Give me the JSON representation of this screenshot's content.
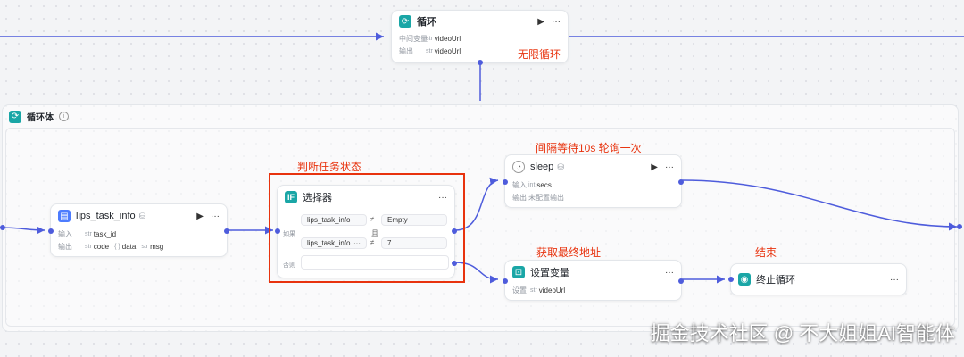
{
  "top_loop": {
    "title": "循环",
    "rows": [
      {
        "label": "中间变量",
        "value": "videoUrl"
      },
      {
        "label": "输出",
        "value": "videoUrl"
      }
    ],
    "annotation": "无限循环"
  },
  "loop_body": {
    "title": "循环体",
    "info_icon": "info-circle-icon"
  },
  "lips_node": {
    "title": "lips_task_info",
    "input_label": "输入",
    "input_value": "task_id",
    "output_label": "输出",
    "outputs": [
      "code",
      "data",
      "msg"
    ]
  },
  "selector": {
    "title": "选择器",
    "annotation": "判断任务状态",
    "if_label": "如果",
    "else_label": "否则",
    "conditions": [
      {
        "left": "lips_task_info",
        "left_menu": "···",
        "op": "≠",
        "right": "Empty"
      },
      {
        "left": "lips_task_info",
        "left_menu": "···",
        "op": "≠",
        "right": "7"
      }
    ],
    "join": "且"
  },
  "sleep_node": {
    "title": "sleep",
    "annotation": "间隔等待10s 轮询一次",
    "input_label": "输入",
    "input_value": "secs",
    "output_label": "输出",
    "output_text": "未配置输出"
  },
  "setvar_node": {
    "title": "设置变量",
    "annotation": "获取最终地址",
    "row_label": "设置",
    "row_value": "videoUrl"
  },
  "end_node": {
    "title": "终止循环",
    "annotation": "结束"
  },
  "menu_glyph": "···",
  "run_glyph": "▶",
  "watermark": "掘金技术社区 @ 不大姐姐AI智能体",
  "colors": {
    "accent": "#4e5cdc",
    "annotation": "#e8330e",
    "teal": "#1aa6a6",
    "blue": "#4d7cfe"
  }
}
